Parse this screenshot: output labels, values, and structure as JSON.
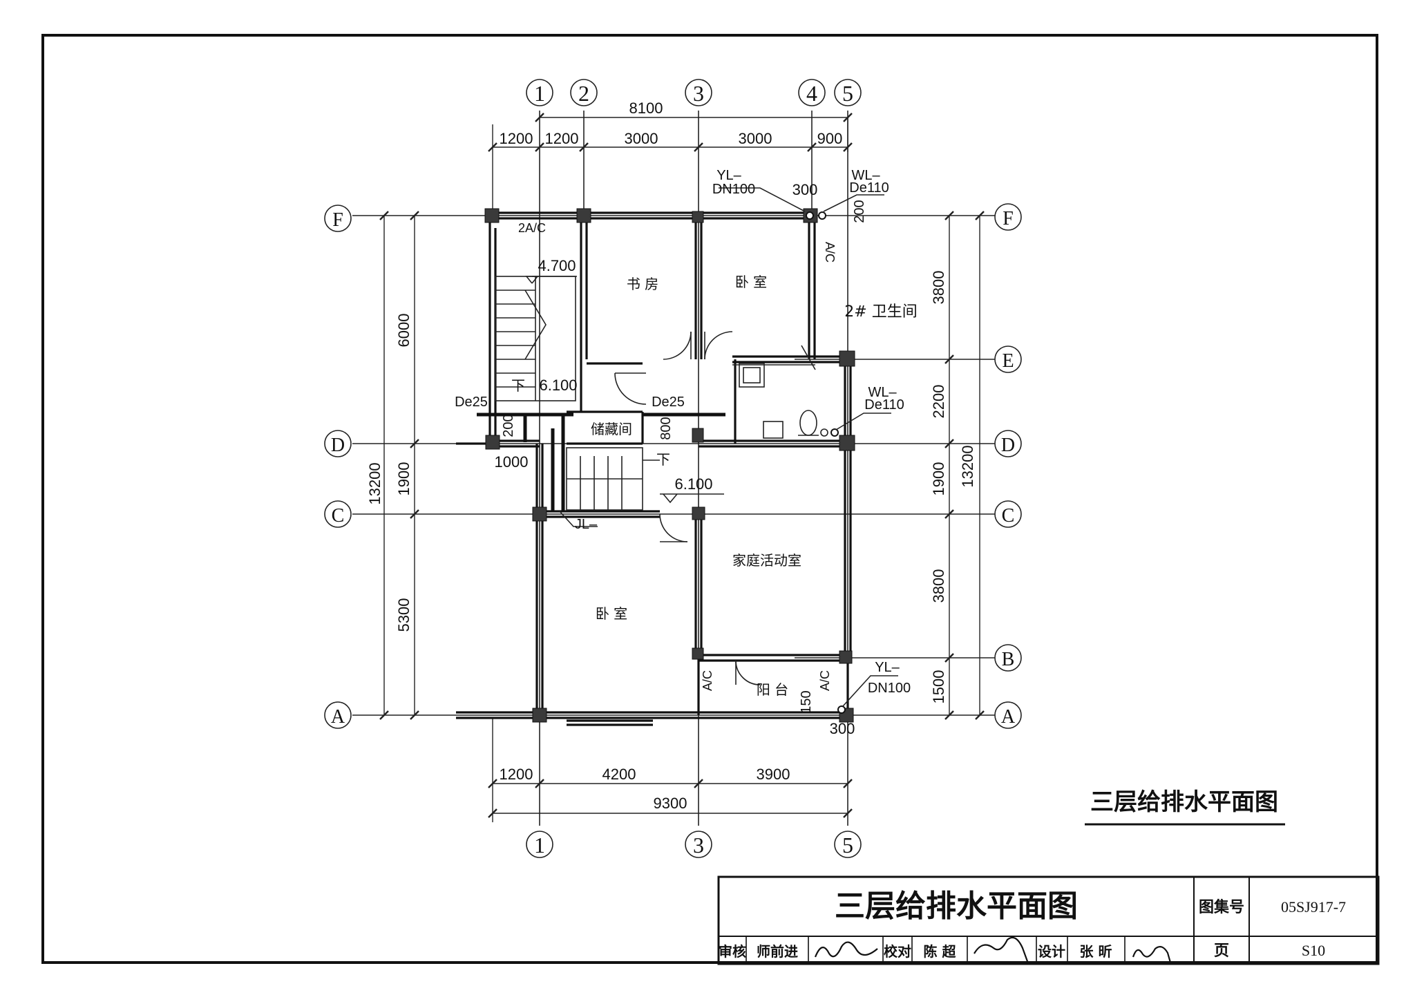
{
  "drawing_title": "三层给排水平面图",
  "grid_axes": {
    "top": [
      "1",
      "2",
      "3",
      "4",
      "5"
    ],
    "bottom": [
      "1",
      "3",
      "5"
    ],
    "left": [
      "F",
      "D",
      "C",
      "A"
    ],
    "right": [
      "F",
      "E",
      "D",
      "C",
      "B",
      "A"
    ]
  },
  "dimensions": {
    "top_total": "8100",
    "top_segments": [
      "1200",
      "1200",
      "3000",
      "3000",
      "900"
    ],
    "bottom_segments": [
      "1200",
      "4200",
      "3900"
    ],
    "bottom_total": "9300",
    "left_total": "13200",
    "left_segments": [
      "6000",
      "1900",
      "5300"
    ],
    "right_total": "13200",
    "right_segments": [
      "3800",
      "2200",
      "1900",
      "3800",
      "1500"
    ],
    "misc": [
      "300",
      "200",
      "800",
      "200",
      "1000",
      "150",
      "300"
    ]
  },
  "rooms": {
    "study": "书 房",
    "bedroom_north": "卧 室",
    "bathroom": "2# 卫生间",
    "storage": "储藏间",
    "family_room": "家庭活动室",
    "bedroom_south": "卧 室",
    "balcony": "阳 台"
  },
  "annotations": {
    "ac_top": "2A/C",
    "ac": "A/C",
    "level_upper": "4.700",
    "level_stair": "6.100",
    "level_floor": "6.100",
    "down": "下",
    "yl_top": "YL–",
    "yl_top_size": "DN100",
    "wl_top": "WL–",
    "wl_top_size": "De110",
    "wl_mid": "WL–",
    "wl_mid_size": "De110",
    "de25_left": "De25",
    "de25_right": "De25",
    "jl": "JL–",
    "yl_bottom": "YL–",
    "yl_bottom_size": "DN100"
  },
  "title_block": {
    "main_title": "三层给排水平面图",
    "atlas_label": "图集号",
    "atlas_no": "05SJ917-7",
    "page_label": "页",
    "page_no": "S10",
    "review_label": "审核",
    "reviewer": "师前进",
    "check_label": "校对",
    "checker": "陈 超",
    "design_label": "设计",
    "designer": "张 昕"
  }
}
